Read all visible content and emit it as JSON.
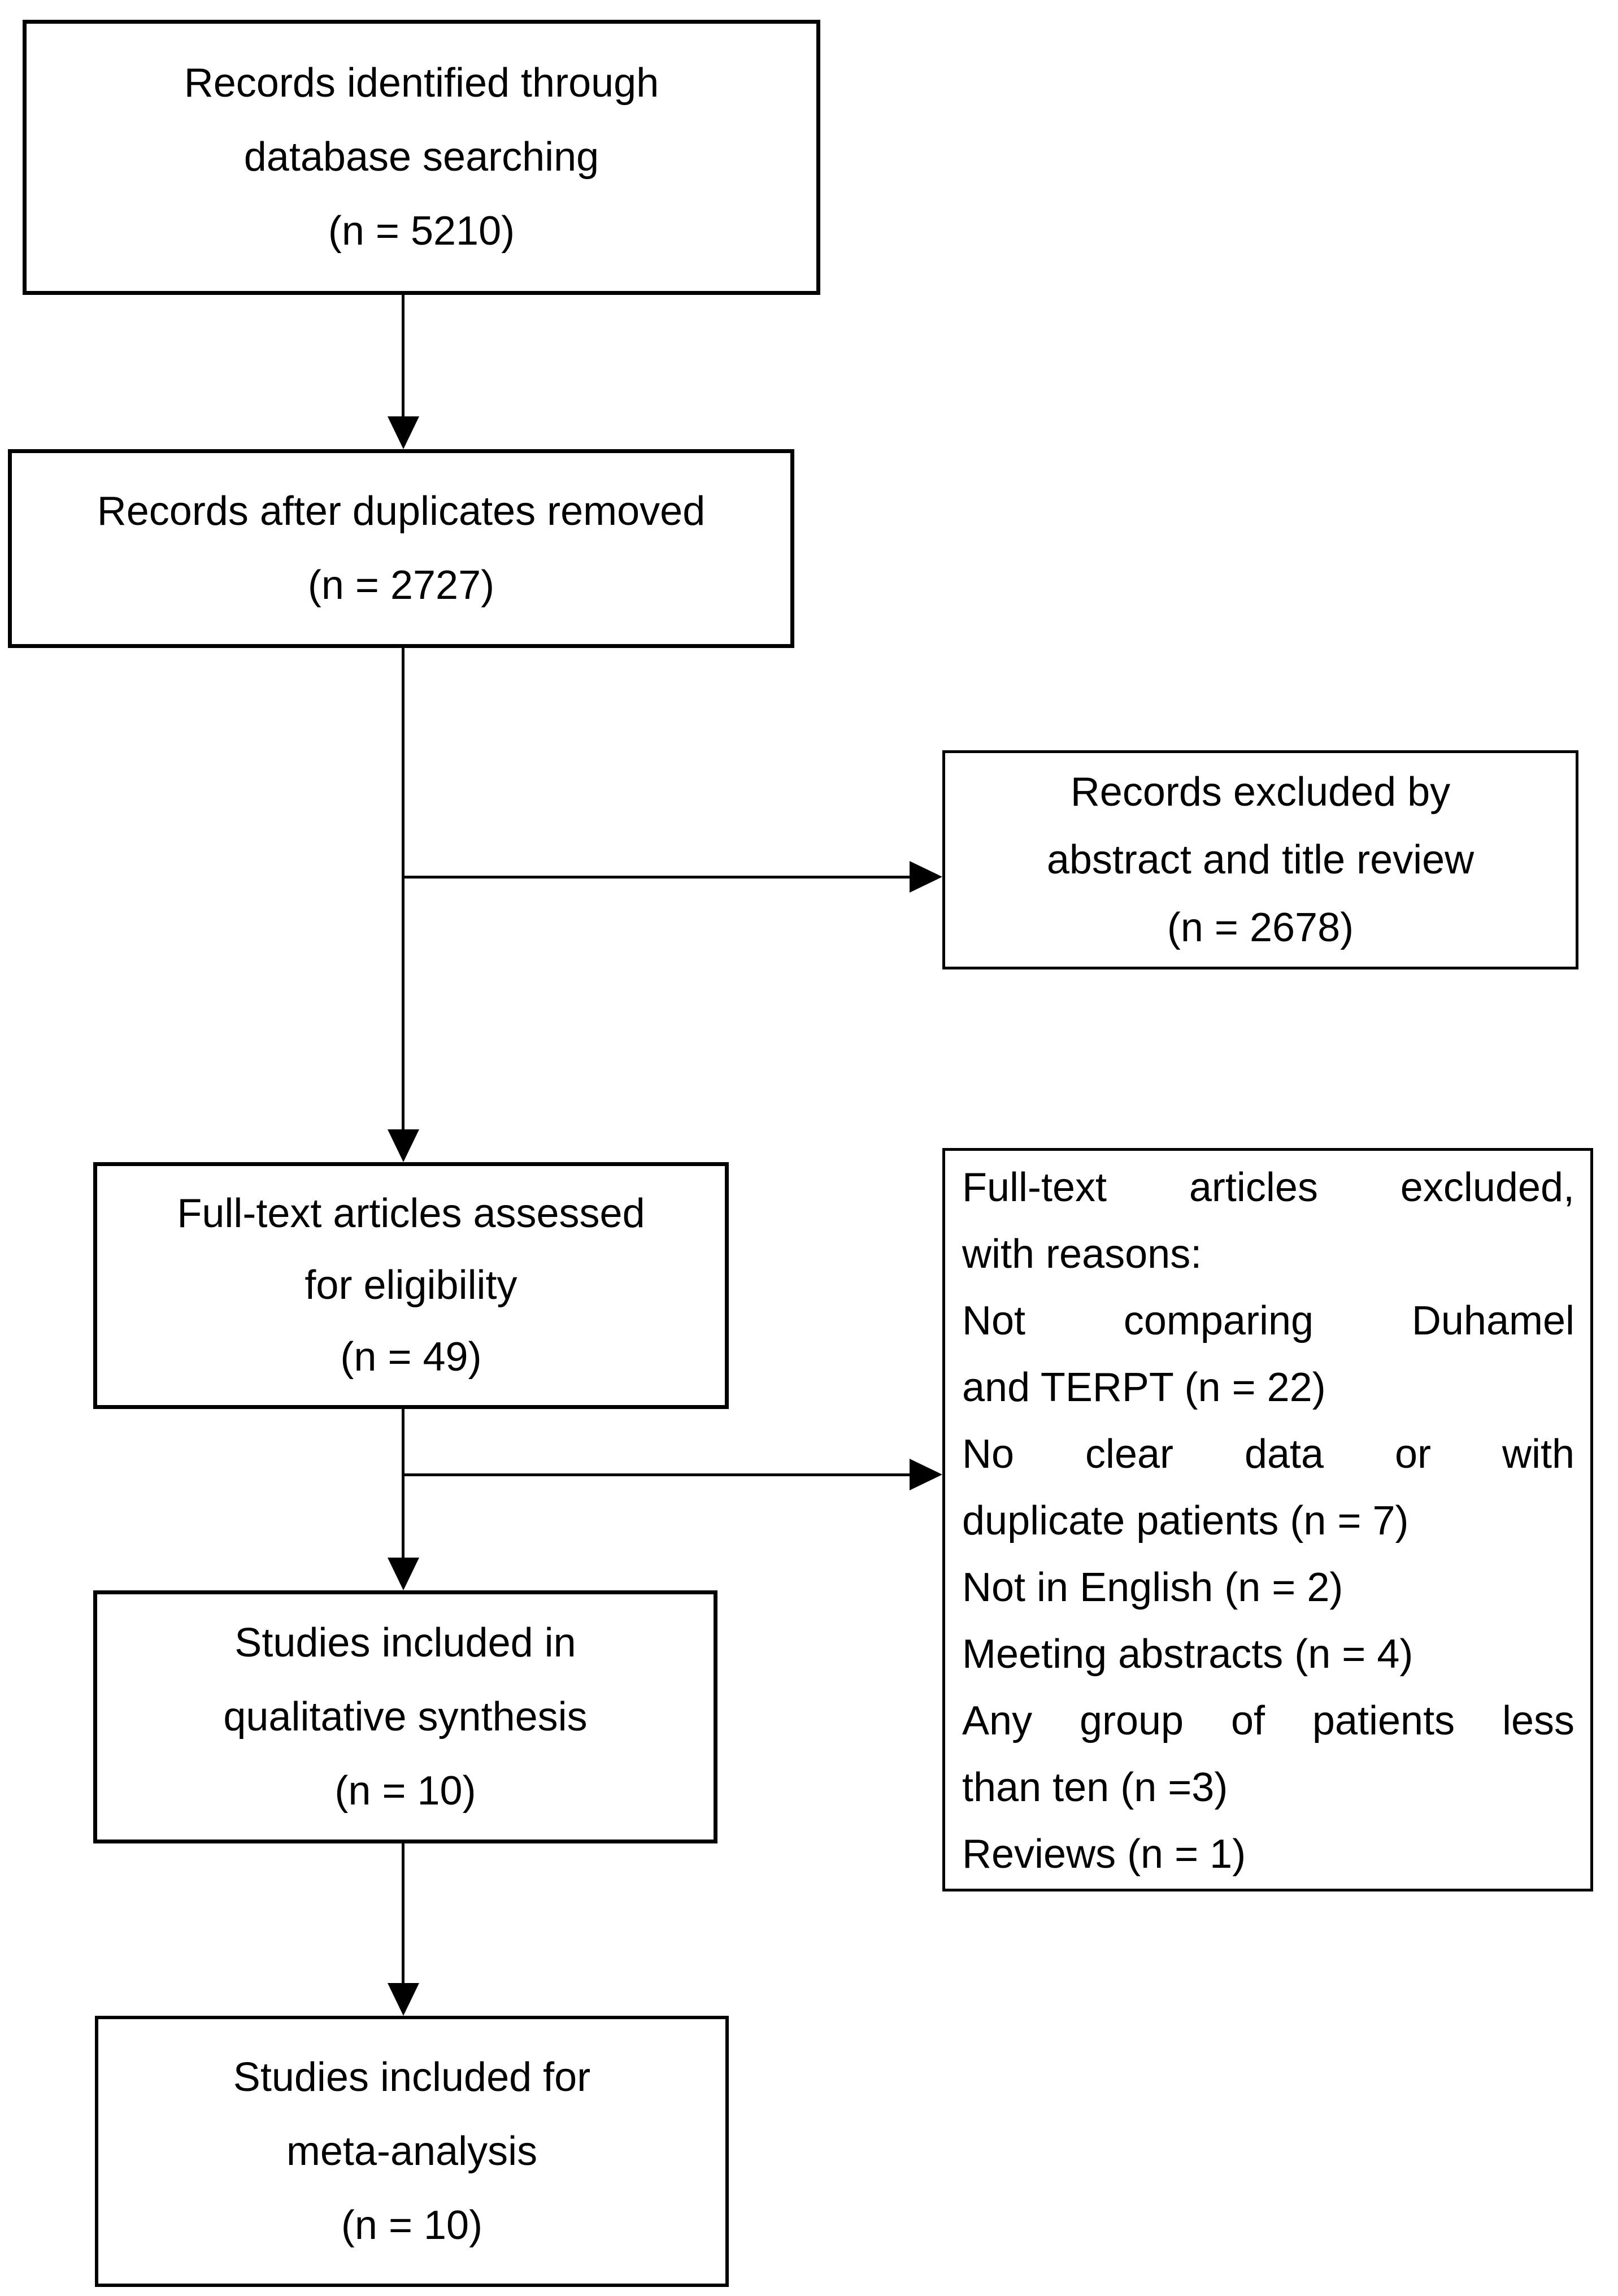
{
  "colors": {
    "background": "#ffffff",
    "line": "#000000",
    "text": "#000000"
  },
  "boxes": {
    "records_identified": {
      "lines": [
        "Records identified through",
        "database searching",
        "(n = 5210)"
      ]
    },
    "duplicates_removed": {
      "lines": [
        "Records after duplicates removed",
        "(n = 2727)"
      ]
    },
    "records_excluded": {
      "lines": [
        "Records excluded by",
        "abstract and title review",
        "(n = 2678)"
      ]
    },
    "fulltext_assessed": {
      "lines": [
        "Full-text articles assessed",
        "for eligibility",
        "(n = 49)"
      ]
    },
    "fulltext_excluded": {
      "lines": [
        "Full-text articles excluded,",
        "with reasons:",
        "Not comparing Duhamel",
        "and TERPT (n = 22)",
        "No clear data or with",
        "duplicate patients (n = 7)",
        "Not in English (n = 2)",
        "Meeting abstracts (n = 4)",
        "Any group of patients less",
        "than ten (n =3)",
        "Reviews (n = 1)"
      ]
    },
    "qualitative_synthesis": {
      "lines": [
        "Studies included in",
        "qualitative synthesis",
        "(n = 10)"
      ]
    },
    "meta_analysis": {
      "lines": [
        "Studies included for",
        "meta-analysis",
        "(n = 10)"
      ]
    }
  }
}
